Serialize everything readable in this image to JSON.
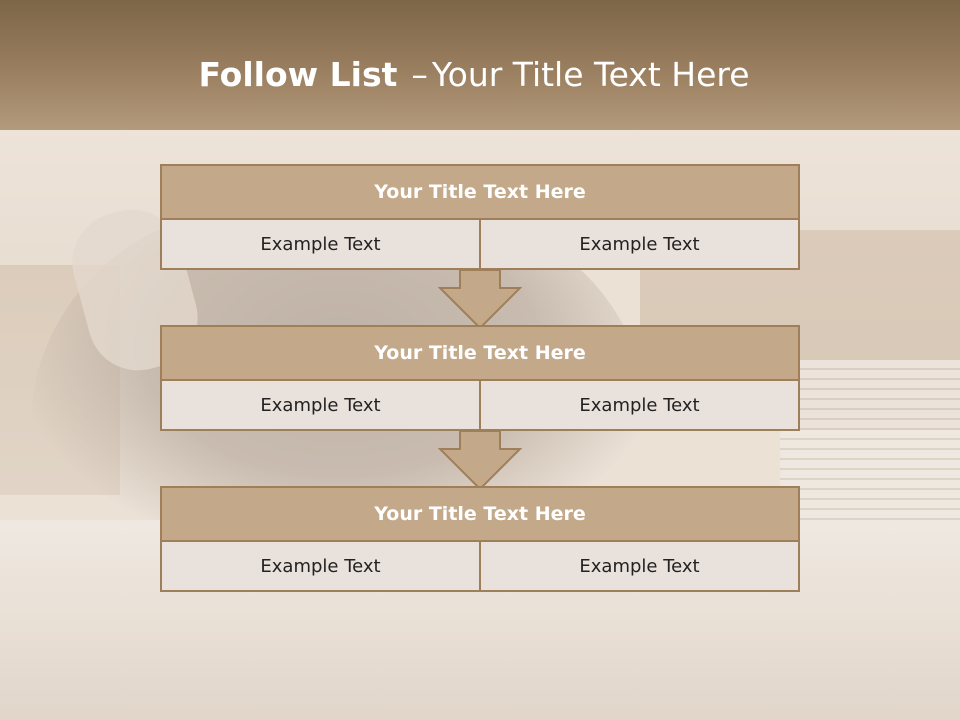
{
  "slide": {
    "title_bold": "Follow List",
    "title_separator": "–",
    "title_rest": "Your Title Text Here"
  },
  "blocks": [
    {
      "title": "Your Title Text Here",
      "cells": [
        "Example Text",
        "Example Text"
      ]
    },
    {
      "title": "Your Title Text Here",
      "cells": [
        "Example Text",
        "Example Text"
      ]
    },
    {
      "title": "Your Title Text Here",
      "cells": [
        "Example Text",
        "Example Text"
      ]
    }
  ],
  "colors": {
    "header_band": "#8b7252",
    "block_title_fill": "#c3a889",
    "block_border": "#9f7f5a",
    "cell_fill": "#e9e1dc",
    "arrow_fill": "#c3a889"
  },
  "icons": [
    "down-arrow-icon"
  ]
}
